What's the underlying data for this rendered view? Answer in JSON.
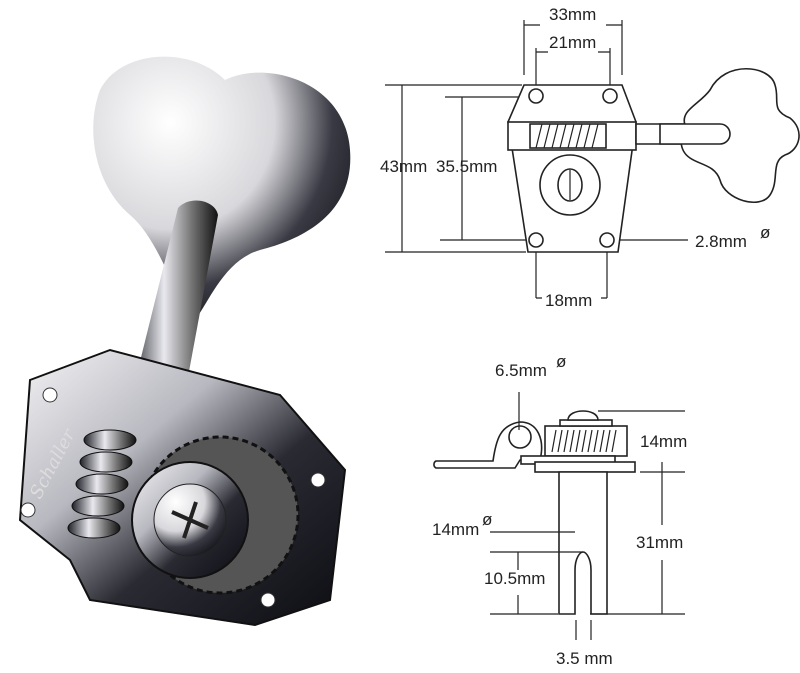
{
  "photo": {
    "brand_logo": "Schaller"
  },
  "front_view": {
    "width_outer": "33mm",
    "width_inner": "21mm",
    "height_outer": "43mm",
    "height_inner": "35.5mm",
    "hole_diameter": "2.8mm",
    "hole_diameter_symbol": "ø",
    "bottom_spacing": "18mm"
  },
  "side_view": {
    "roller_diameter": "6.5mm",
    "roller_diameter_symbol": "ø",
    "gear_height": "14mm",
    "post_diameter": "14mm",
    "post_diameter_symbol": "ø",
    "post_length": "31mm",
    "slot_depth": "10.5mm",
    "slot_width": "3.5 mm"
  },
  "colors": {
    "line": "#222222",
    "chrome_dark": "#1a1a22",
    "chrome_light": "#f2f2f4"
  }
}
